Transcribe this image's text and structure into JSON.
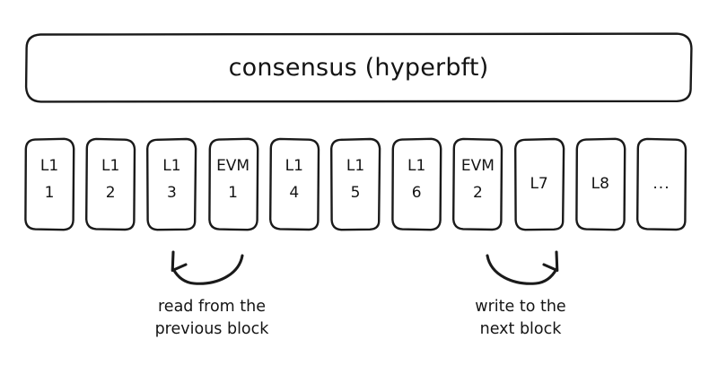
{
  "diagram": {
    "consensus": {
      "label": "consensus (hyperbft)"
    },
    "blocks": [
      {
        "kind": "L1",
        "index": "1",
        "mode": "two-line"
      },
      {
        "kind": "L1",
        "index": "2",
        "mode": "two-line"
      },
      {
        "kind": "L1",
        "index": "3",
        "mode": "two-line"
      },
      {
        "kind": "EVM",
        "index": "1",
        "mode": "two-line"
      },
      {
        "kind": "L1",
        "index": "4",
        "mode": "two-line"
      },
      {
        "kind": "L1",
        "index": "5",
        "mode": "two-line"
      },
      {
        "kind": "L1",
        "index": "6",
        "mode": "two-line"
      },
      {
        "kind": "EVM",
        "index": "2",
        "mode": "two-line"
      },
      {
        "kind": "L7",
        "index": "",
        "mode": "single"
      },
      {
        "kind": "L8",
        "index": "",
        "mode": "single"
      },
      {
        "kind": "...",
        "index": "",
        "mode": "ellipsis"
      }
    ],
    "annotations": [
      {
        "id": "read",
        "line1": "read from the",
        "line2": "previous block",
        "arrow_direction": "up-left"
      },
      {
        "id": "write",
        "line1": "write to the",
        "line2": "next block",
        "arrow_direction": "up-right"
      }
    ]
  },
  "colors": {
    "background": "#ffffff",
    "stroke": "#1a1a1a",
    "text": "#141414"
  }
}
